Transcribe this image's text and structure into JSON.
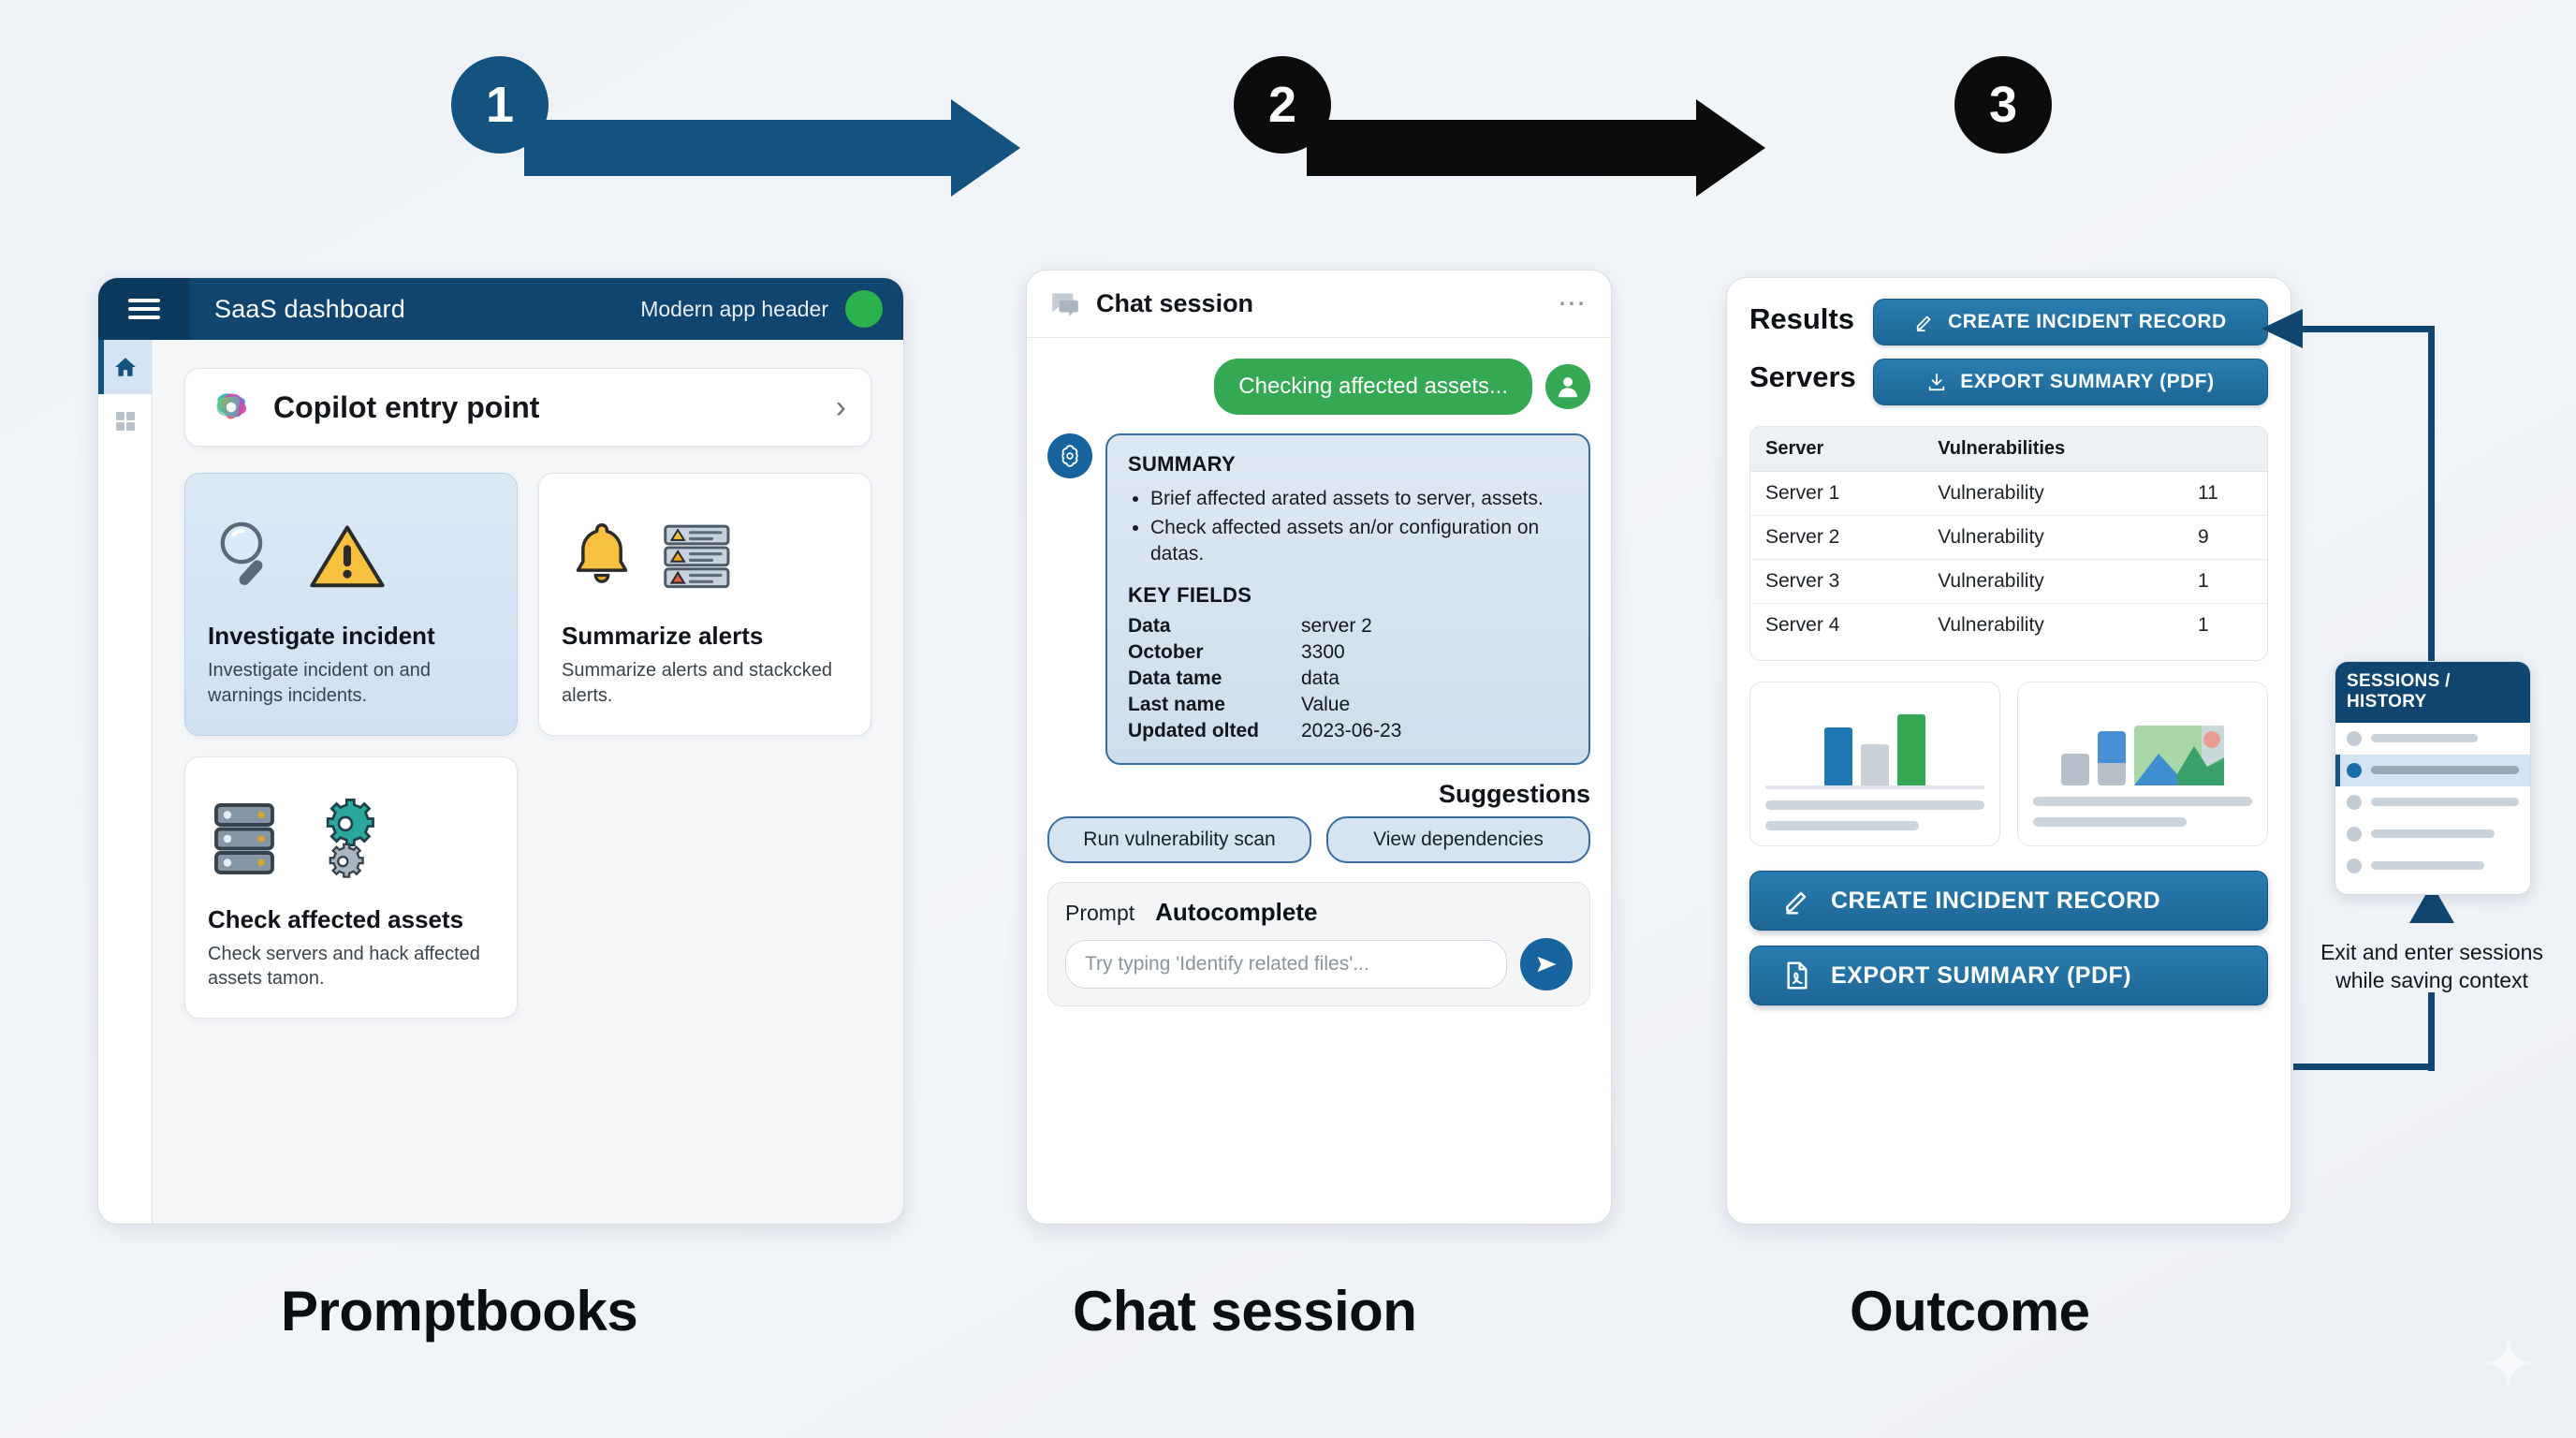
{
  "steps": [
    {
      "number": "1",
      "color": "#14527f"
    },
    {
      "number": "2",
      "color": "#0c0c0c"
    },
    {
      "number": "3",
      "color": "#0c0c0c"
    }
  ],
  "captions": {
    "step1": "Promptbooks",
    "step2": "Chat session",
    "step3": "Outcome"
  },
  "panel1": {
    "header": {
      "menu_icon": "hamburger-icon",
      "title": "SaaS dashboard",
      "subtitle": "Modern app header",
      "status_dot": "#2bb24c"
    },
    "rail": [
      {
        "icon": "home-icon",
        "active": true
      },
      {
        "icon": "grid-icon",
        "active": false
      }
    ],
    "copilot": {
      "icon": "copilot-icon",
      "label": "Copilot entry point",
      "chevron": "chevron-right-icon"
    },
    "cards": [
      {
        "icon": "magnifier-warning-icon",
        "title": "Investigate incident",
        "desc": "Investigate incident on and warnings incidents.",
        "highlight": true
      },
      {
        "icon": "bell-alerts-icon",
        "title": "Summarize alerts",
        "desc": "Summarize alerts and stackcked alerts.",
        "highlight": false
      },
      {
        "icon": "server-gears-icon",
        "title": "Check affected assets",
        "desc": "Check servers and hack affected assets tamon.",
        "highlight": false
      }
    ]
  },
  "panel2": {
    "header": {
      "icon": "chat-bubble-icon",
      "title": "Chat session",
      "menu": "more-options-icon"
    },
    "user_message": "Checking affected assets...",
    "bot": {
      "summary_heading": "SUMMARY",
      "summary_bullets": [
        "Brief affected arated assets to server, assets.",
        "Check affected assets an/or configuration on datas."
      ],
      "key_fields_heading": "KEY FIELDS",
      "key_fields": [
        {
          "key": "Data",
          "value": "server 2"
        },
        {
          "key": "October",
          "value": "3300"
        },
        {
          "key": "Data tame",
          "value": "data"
        },
        {
          "key": "Last name",
          "value": "Value"
        },
        {
          "key": "Updated olted",
          "value": "2023-06-23"
        }
      ]
    },
    "suggestions_label": "Suggestions",
    "suggestions": [
      "Run vulnerability scan",
      "View dependencies"
    ],
    "prompt": {
      "label": "Prompt",
      "autocomplete_label": "Autocomplete",
      "placeholder": "Try typing 'Identify related files'...",
      "send_icon": "send-icon"
    }
  },
  "panel3": {
    "results_label": "Results",
    "servers_label": "Servers",
    "top_buttons": [
      {
        "icon": "pencil-icon",
        "label": "CREATE INCIDENT RECORD"
      },
      {
        "icon": "download-icon",
        "label": "EXPORT SUMMARY (PDF)"
      }
    ],
    "table": {
      "columns": [
        "Server",
        "Vulnerabilities",
        ""
      ],
      "rows": [
        [
          "Server 1",
          "Vulnerability",
          "11"
        ],
        [
          "Server 2",
          "Vulnerability",
          "9"
        ],
        [
          "Server 3",
          "Vulnerability",
          "1"
        ],
        [
          "Server 4",
          "Vulnerability",
          "1"
        ]
      ]
    },
    "thumbnails": [
      {
        "name": "bar-chart-thumbnail"
      },
      {
        "name": "mixed-chart-thumbnail"
      }
    ],
    "actions": [
      {
        "icon": "pencil-icon",
        "label": "CREATE INCIDENT RECORD"
      },
      {
        "icon": "pdf-icon",
        "label": "EXPORT SUMMARY (PDF)"
      }
    ]
  },
  "sessions": {
    "title": "SESSIONS / HISTORY",
    "rows": [
      {
        "active": false,
        "width": "62%"
      },
      {
        "active": true,
        "width": "88%"
      },
      {
        "active": false,
        "width": "88%"
      },
      {
        "active": false,
        "width": "72%"
      },
      {
        "active": false,
        "width": "66%"
      }
    ],
    "caption": "Exit and enter sessions while saving context"
  },
  "chart_data": {
    "type": "bar",
    "title": "Servers",
    "categories": [
      "Server 1",
      "Server 2",
      "Server 3",
      "Server 4"
    ],
    "values": [
      11,
      9,
      1,
      1
    ],
    "xlabel": "Server",
    "ylabel": "Vulnerabilities",
    "thumbnail_bars": [
      {
        "height": 62,
        "color": "#1f78b4"
      },
      {
        "height": 44,
        "color": "#c9d0d7"
      },
      {
        "height": 76,
        "color": "#34a853"
      }
    ]
  }
}
